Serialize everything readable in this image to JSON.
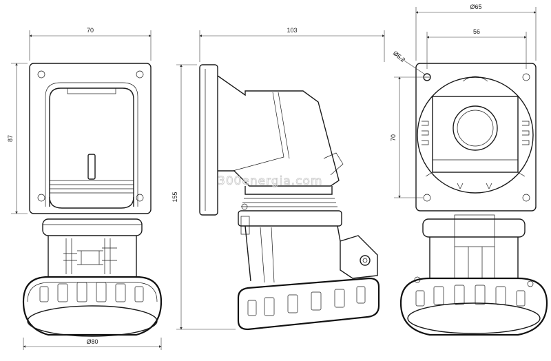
{
  "dimensions": {
    "front_width": "70",
    "front_height": "87",
    "front_diameter": "Ø80",
    "side_width": "103",
    "side_height": "155",
    "rear_diameter": "Ø65",
    "rear_hole_spacing": "56",
    "rear_hole_dia": "Ø5.2",
    "rear_vertical": "70"
  },
  "watermark": "300energia.com",
  "colors": {
    "line": "#1a1a1a",
    "background": "#ffffff",
    "watermark": "#c8c8c8"
  }
}
